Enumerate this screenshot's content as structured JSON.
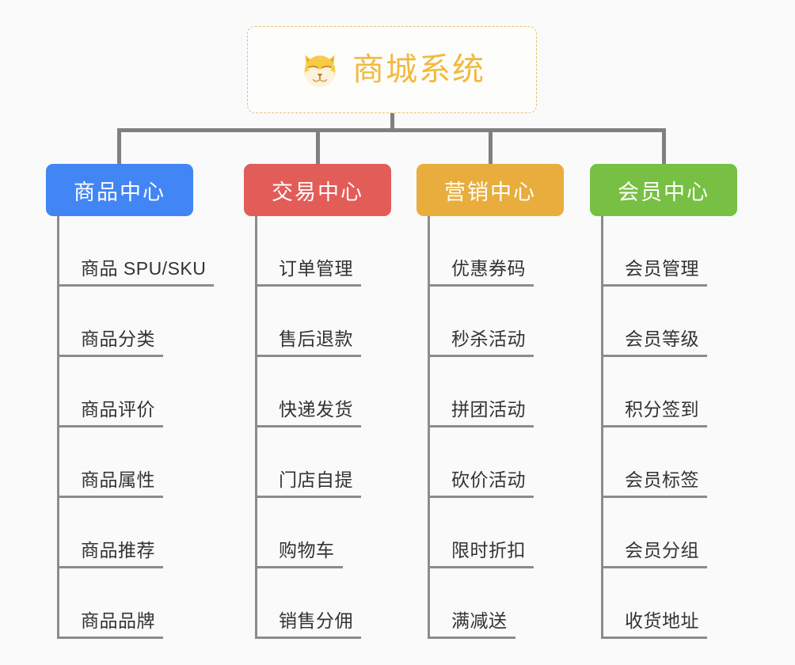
{
  "canvas": {
    "background": "#fafafa",
    "line_color": "#808080",
    "leaf_line_color": "#8c8c8c",
    "leaf_text_color": "#333333"
  },
  "root": {
    "title": "商城系统",
    "icon": "dog-face-emoji",
    "text_color": "#f2b93c",
    "border_color": "#e8c171",
    "background": "#fdfdfc"
  },
  "categories": [
    {
      "label": "商品中心",
      "color": "#4285f4",
      "items": [
        "商品 SPU/SKU",
        "商品分类",
        "商品评价",
        "商品属性",
        "商品推荐",
        "商品品牌"
      ]
    },
    {
      "label": "交易中心",
      "color": "#e25c58",
      "items": [
        "订单管理",
        "售后退款",
        "快递发货",
        "门店自提",
        "购物车",
        "销售分佣"
      ]
    },
    {
      "label": "营销中心",
      "color": "#e8ad3c",
      "items": [
        "优惠券码",
        "秒杀活动",
        "拼团活动",
        "砍价活动",
        "限时折扣",
        "满减送"
      ]
    },
    {
      "label": "会员中心",
      "color": "#77c043",
      "items": [
        "会员管理",
        "会员等级",
        "积分签到",
        "会员标签",
        "会员分组",
        "收货地址"
      ]
    }
  ]
}
